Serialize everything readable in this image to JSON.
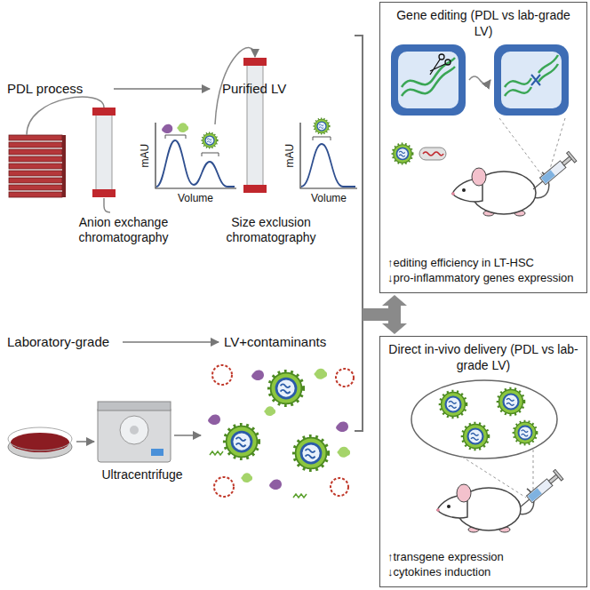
{
  "diagram": {
    "nodes": [
      {
        "text": [
          "Gene editing (PDL vs lab-grade LV)",
          "↑editing efficiency in LT-HSC",
          "↓pro-inflammatory genes expression"
        ]
      },
      {
        "text": [
          "Direct in-vivo delivery (PDL vs lab-grade LV)",
          "↑transgene expression",
          "↓cytokines induction"
        ]
      }
    ],
    "labels": [
      "PDL process",
      "Purified LV",
      "mAU",
      "Volume",
      "mAU",
      "Volume",
      "Anion exchange chromatography",
      "Size exclusion chromatography",
      "Laboratory-grade",
      "LV+contaminants",
      "Ultracentrifuge"
    ]
  }
}
